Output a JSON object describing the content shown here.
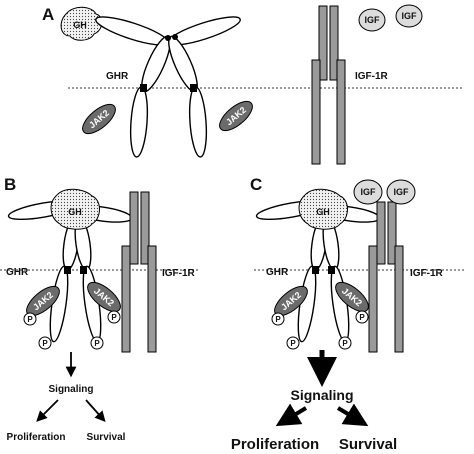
{
  "panels": {
    "a": {
      "letter": "A",
      "gh": "GH",
      "ghr": "GHR",
      "jak_left": "JAK2",
      "jak_right": "JAK2",
      "igf_left": "IGF",
      "igf_right": "IGF",
      "igf1r": "IGF-1R"
    },
    "b": {
      "letter": "B",
      "gh": "GH",
      "ghr": "GHR",
      "jak_left": "JAK2",
      "jak_right": "JAK2",
      "p": "P",
      "igf1r": "IGF-1R",
      "signaling": "Signaling",
      "proliferation": "Proliferation",
      "survival": "Survival"
    },
    "c": {
      "letter": "C",
      "gh": "GH",
      "ghr": "GHR",
      "jak_left": "JAK2",
      "jak_right": "JAK2",
      "p": "P",
      "igf_left": "IGF",
      "igf_right": "IGF",
      "igf1r": "IGF-1R",
      "signaling": "Signaling",
      "proliferation": "Proliferation",
      "survival": "Survival"
    }
  },
  "colors": {
    "membrane": "#999999",
    "receptor_bar": "#9a9a9a",
    "jak2": "#6b6b6b",
    "igf": "#dcdcdc"
  }
}
